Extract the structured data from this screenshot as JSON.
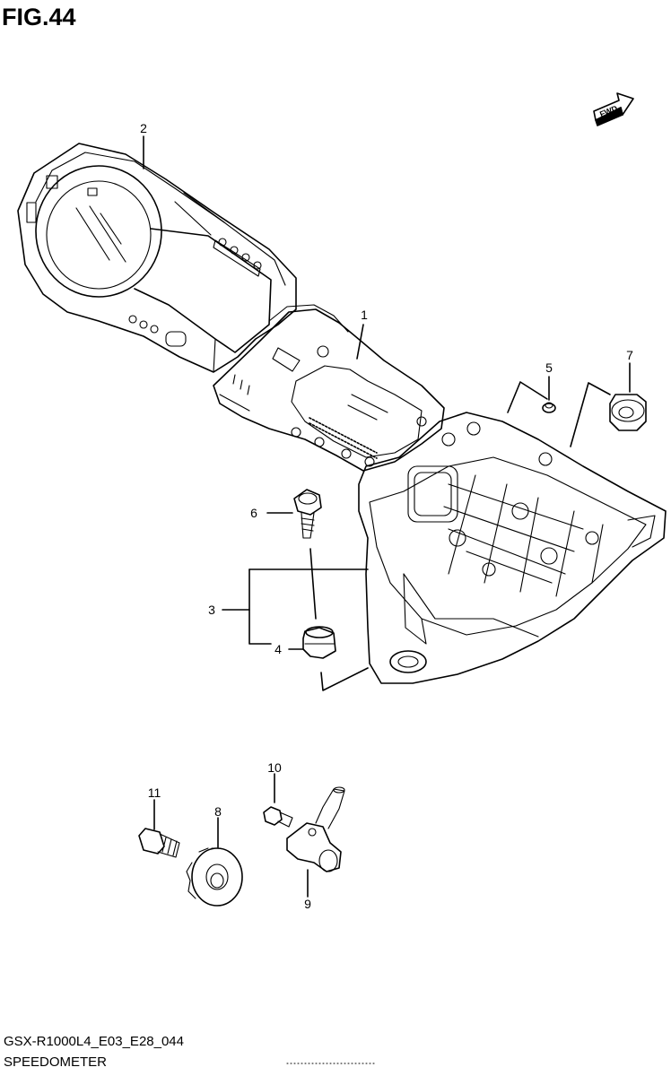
{
  "figure": {
    "title": "FIG.44",
    "model_code": "GSX-R1000L4_E03_E28_044",
    "name": "SPEEDOMETER",
    "fwd_label": "FWD"
  },
  "callouts": {
    "c1": "1",
    "c2": "2",
    "c3": "3",
    "c4": "4",
    "c5": "5",
    "c6": "6",
    "c7": "7",
    "c8": "8",
    "c9": "9",
    "c10": "10",
    "c11": "11"
  }
}
